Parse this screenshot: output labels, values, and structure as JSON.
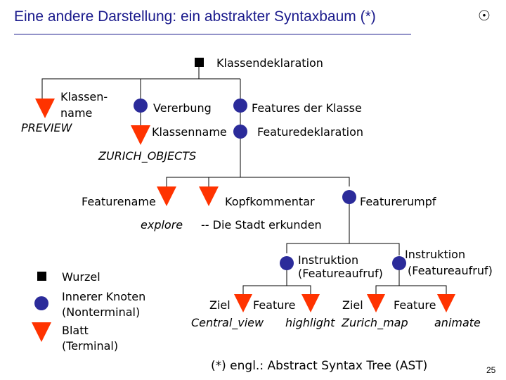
{
  "title": "Eine andere Darstellung: ein abstrakter Syntaxbaum (*)",
  "logo_symbol": "☉",
  "page_number": "25",
  "footnote": "(*) engl.: Abstract Syntax Tree (AST)",
  "colors": {
    "title": "#1a1a8c",
    "nonterminal": "#2b2b9a",
    "terminal": "#ff3300",
    "root": "#000000"
  },
  "tree": {
    "root": "Klassendeklaration",
    "klassenname_l1": "Klassen-",
    "klassenname_l2": "name",
    "klassenname_value": "PREVIEW",
    "vererbung": "Vererbung",
    "features": "Features der Klasse",
    "klassenname2": "Klassenname",
    "featuredeklaration": "Featuredeklaration",
    "zurich_objects": "ZURICH_OBJECTS",
    "featurename": "Featurename",
    "featurename_value": "explore",
    "kopfkommentar": "Kopfkommentar",
    "kopfkommentar_value": "-- Die Stadt erkunden",
    "featurerumpf": "Featurerumpf",
    "instr1_l1": "Instruktion",
    "instr1_l2": "(Featureaufruf)",
    "instr2_l1": "Instruktion",
    "instr2_l2": "(Featureaufruf)",
    "ziel1": "Ziel",
    "feature1": "Feature",
    "ziel1_value": "Central_view",
    "feature1_value": "highlight",
    "ziel2": "Ziel",
    "feature2": "Feature",
    "ziel2_value": "Zurich_map",
    "feature2_value": "animate"
  },
  "legend": {
    "root": "Wurzel",
    "nonterminal_l1": "Innerer Knoten",
    "nonterminal_l2": "(Nonterminal)",
    "terminal_l1": "Blatt",
    "terminal_l2": "(Terminal)"
  }
}
